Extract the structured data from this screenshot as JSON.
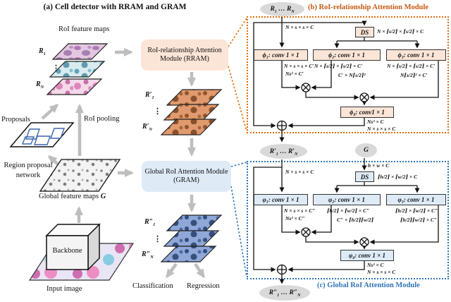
{
  "colors": {
    "rram_accent": "#C55A11",
    "rram_border": "#E36C0A",
    "rram_fill": "#FBE5D6",
    "gram_accent": "#2E74B5",
    "gram_border": "#2E75B6",
    "gram_fill": "#DEEBF7",
    "arrow_gray": "#BEBEBE",
    "ellipse_gray": "#D9D9D9"
  },
  "panel_a": {
    "title": "(a) Cell detector with RRAM and GRAM",
    "roi_feature_maps": "RoI feature maps",
    "rram_module": "RoI-relationship Attention Module (RRAM)",
    "gram_module": "Global RoI Attention Module (GRAM)",
    "proposals": "Proposals",
    "roi_pooling": "RoI pooling",
    "rpn": "Region proposal network",
    "global_feature_maps_prefix": "Global feature maps ",
    "global_feature_maps_var": "G",
    "backbone": "Backbone",
    "input_image": "Input image",
    "classification": "Classification",
    "regression": "Regression",
    "roi_stack": {
      "var": "R",
      "sub_first": "1",
      "dots": "⋮",
      "sub_last": "N"
    },
    "r1_stack": {
      "var": "R′",
      "sub_first": "1",
      "dots": "⋮",
      "sub_last": "N"
    },
    "r2_stack": {
      "var": "R″",
      "sub_first": "1",
      "dots": "⋮",
      "sub_last": "N"
    }
  },
  "panel_b": {
    "title": "(b) RoI-relationship Attention Module",
    "input_ellipse": {
      "var": "R",
      "sub_first": "1",
      "dots": "…",
      "sub_last": "N"
    },
    "ds": "DS",
    "phi1": "ϕ₁: conv 1 × 1",
    "phi2": "ϕ₂: conv 1 × 1",
    "phi3": "ϕ₃: conv 1 × 1",
    "phi4": "ϕ₄: conv1 × 1",
    "dims": {
      "input": "N × s × s × C",
      "ds_out": "N × ⌈s/2⌉ × ⌈s/2⌉ × C",
      "phi1_a": "N × s × s × C′",
      "phi1_b": "Ns² × C′",
      "phi2_a": "N × ⌈s/2⌉ × ⌈s/2⌉ × C′",
      "phi2_b": "C′ × N⌈s/2⌉²",
      "phi3_a": "N × ⌈s/2⌉ × ⌈s/2⌉ × C′",
      "phi3_b": "N⌈s/2⌉² × C′",
      "phi4_a": "Ns² × C",
      "phi4_b": "N × s × s × C"
    }
  },
  "panel_c": {
    "title": "(c) Global RoI Attention Module",
    "input_ellipse": {
      "var": "R′",
      "sub_first": "1",
      "dots": "…",
      "sub_last": "N"
    },
    "g_ellipse": "G",
    "output_ellipse": {
      "var": "R″",
      "sub_first": "1",
      "dots": "…",
      "sub_last": "N"
    },
    "ds": "DS",
    "phi1": "φ₁: conv 1 × 1",
    "phi2": "φ₂: conv 1 × 1",
    "phi3": "φ₃: conv 1 × 1",
    "phi4": "φ₄: conv 1 × 1",
    "dims": {
      "input_left": "N × s × s × C",
      "input_right": "h × w × C",
      "ds_out": "⌈h/2⌉ × ⌈w/2⌉ × C",
      "phi1_a": "N × s × s × C″",
      "phi1_b": "Ns² × C″",
      "phi2_a": "⌈h/2⌉ × ⌈w/2⌉ × C″",
      "phi2_b": "C″ × ⌈h/2⌉⌈w/2⌉",
      "phi3_a": "⌈h/2⌉ × ⌈w/2⌉ × C″",
      "phi3_b": "⌈h/2⌉⌈w/2⌉ × C″",
      "phi4_a": "Ns² × C",
      "phi4_b": "N × s × s × C"
    }
  }
}
